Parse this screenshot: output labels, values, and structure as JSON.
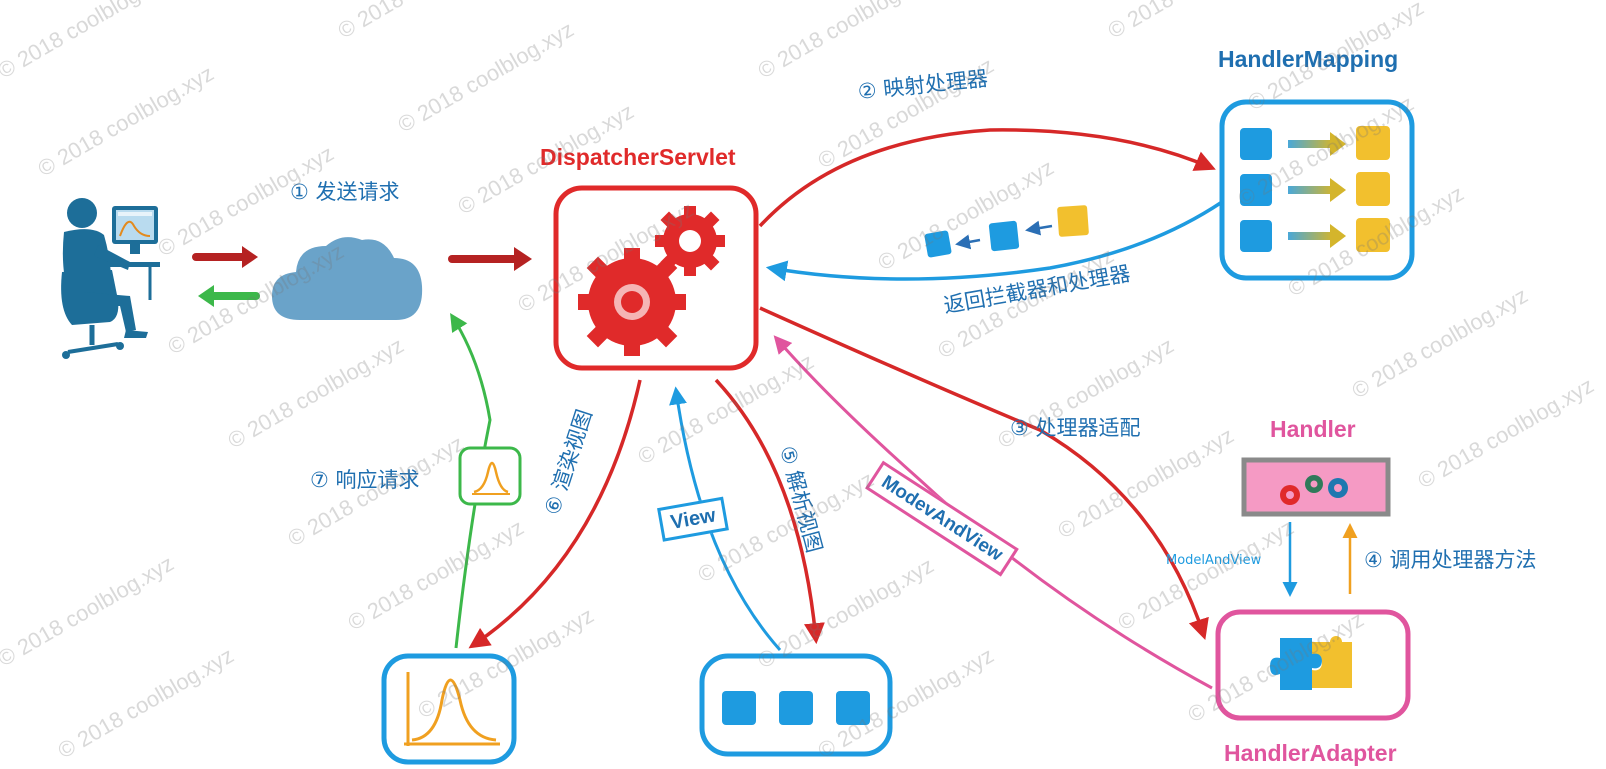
{
  "nodes": {
    "dispatcher_servlet": "DispatcherServlet",
    "handler_mapping": "HandlerMapping",
    "handler": "Handler",
    "handler_adapter": "HandlerAdapter"
  },
  "steps": {
    "step1": "① 发送请求",
    "step2": "② 映射处理器",
    "step2_return": "返回拦截器和处理器",
    "step3": "③ 处理器适配",
    "step4": "④ 调用处理器方法",
    "step4_return": "ModelAndView",
    "step5": "⑤ 解析视图",
    "step6": "⑥ 渲染视图",
    "step7": "⑦ 响应请求"
  },
  "tags": {
    "modev_and_view": "ModevAndView",
    "view": "View"
  },
  "watermark": "© 2018 coolblog.xyz",
  "colors": {
    "dispatcher": "#e02a2a",
    "blue": "#1e9be0",
    "title_blue": "#1f6fb0",
    "pink": "#e0559e",
    "green": "#3cb84a",
    "dark_red": "#b52222",
    "orange": "#f0a020",
    "yellow": "#f2c02e",
    "person": "#1d6e99",
    "cloud": "#6aa3c9"
  }
}
